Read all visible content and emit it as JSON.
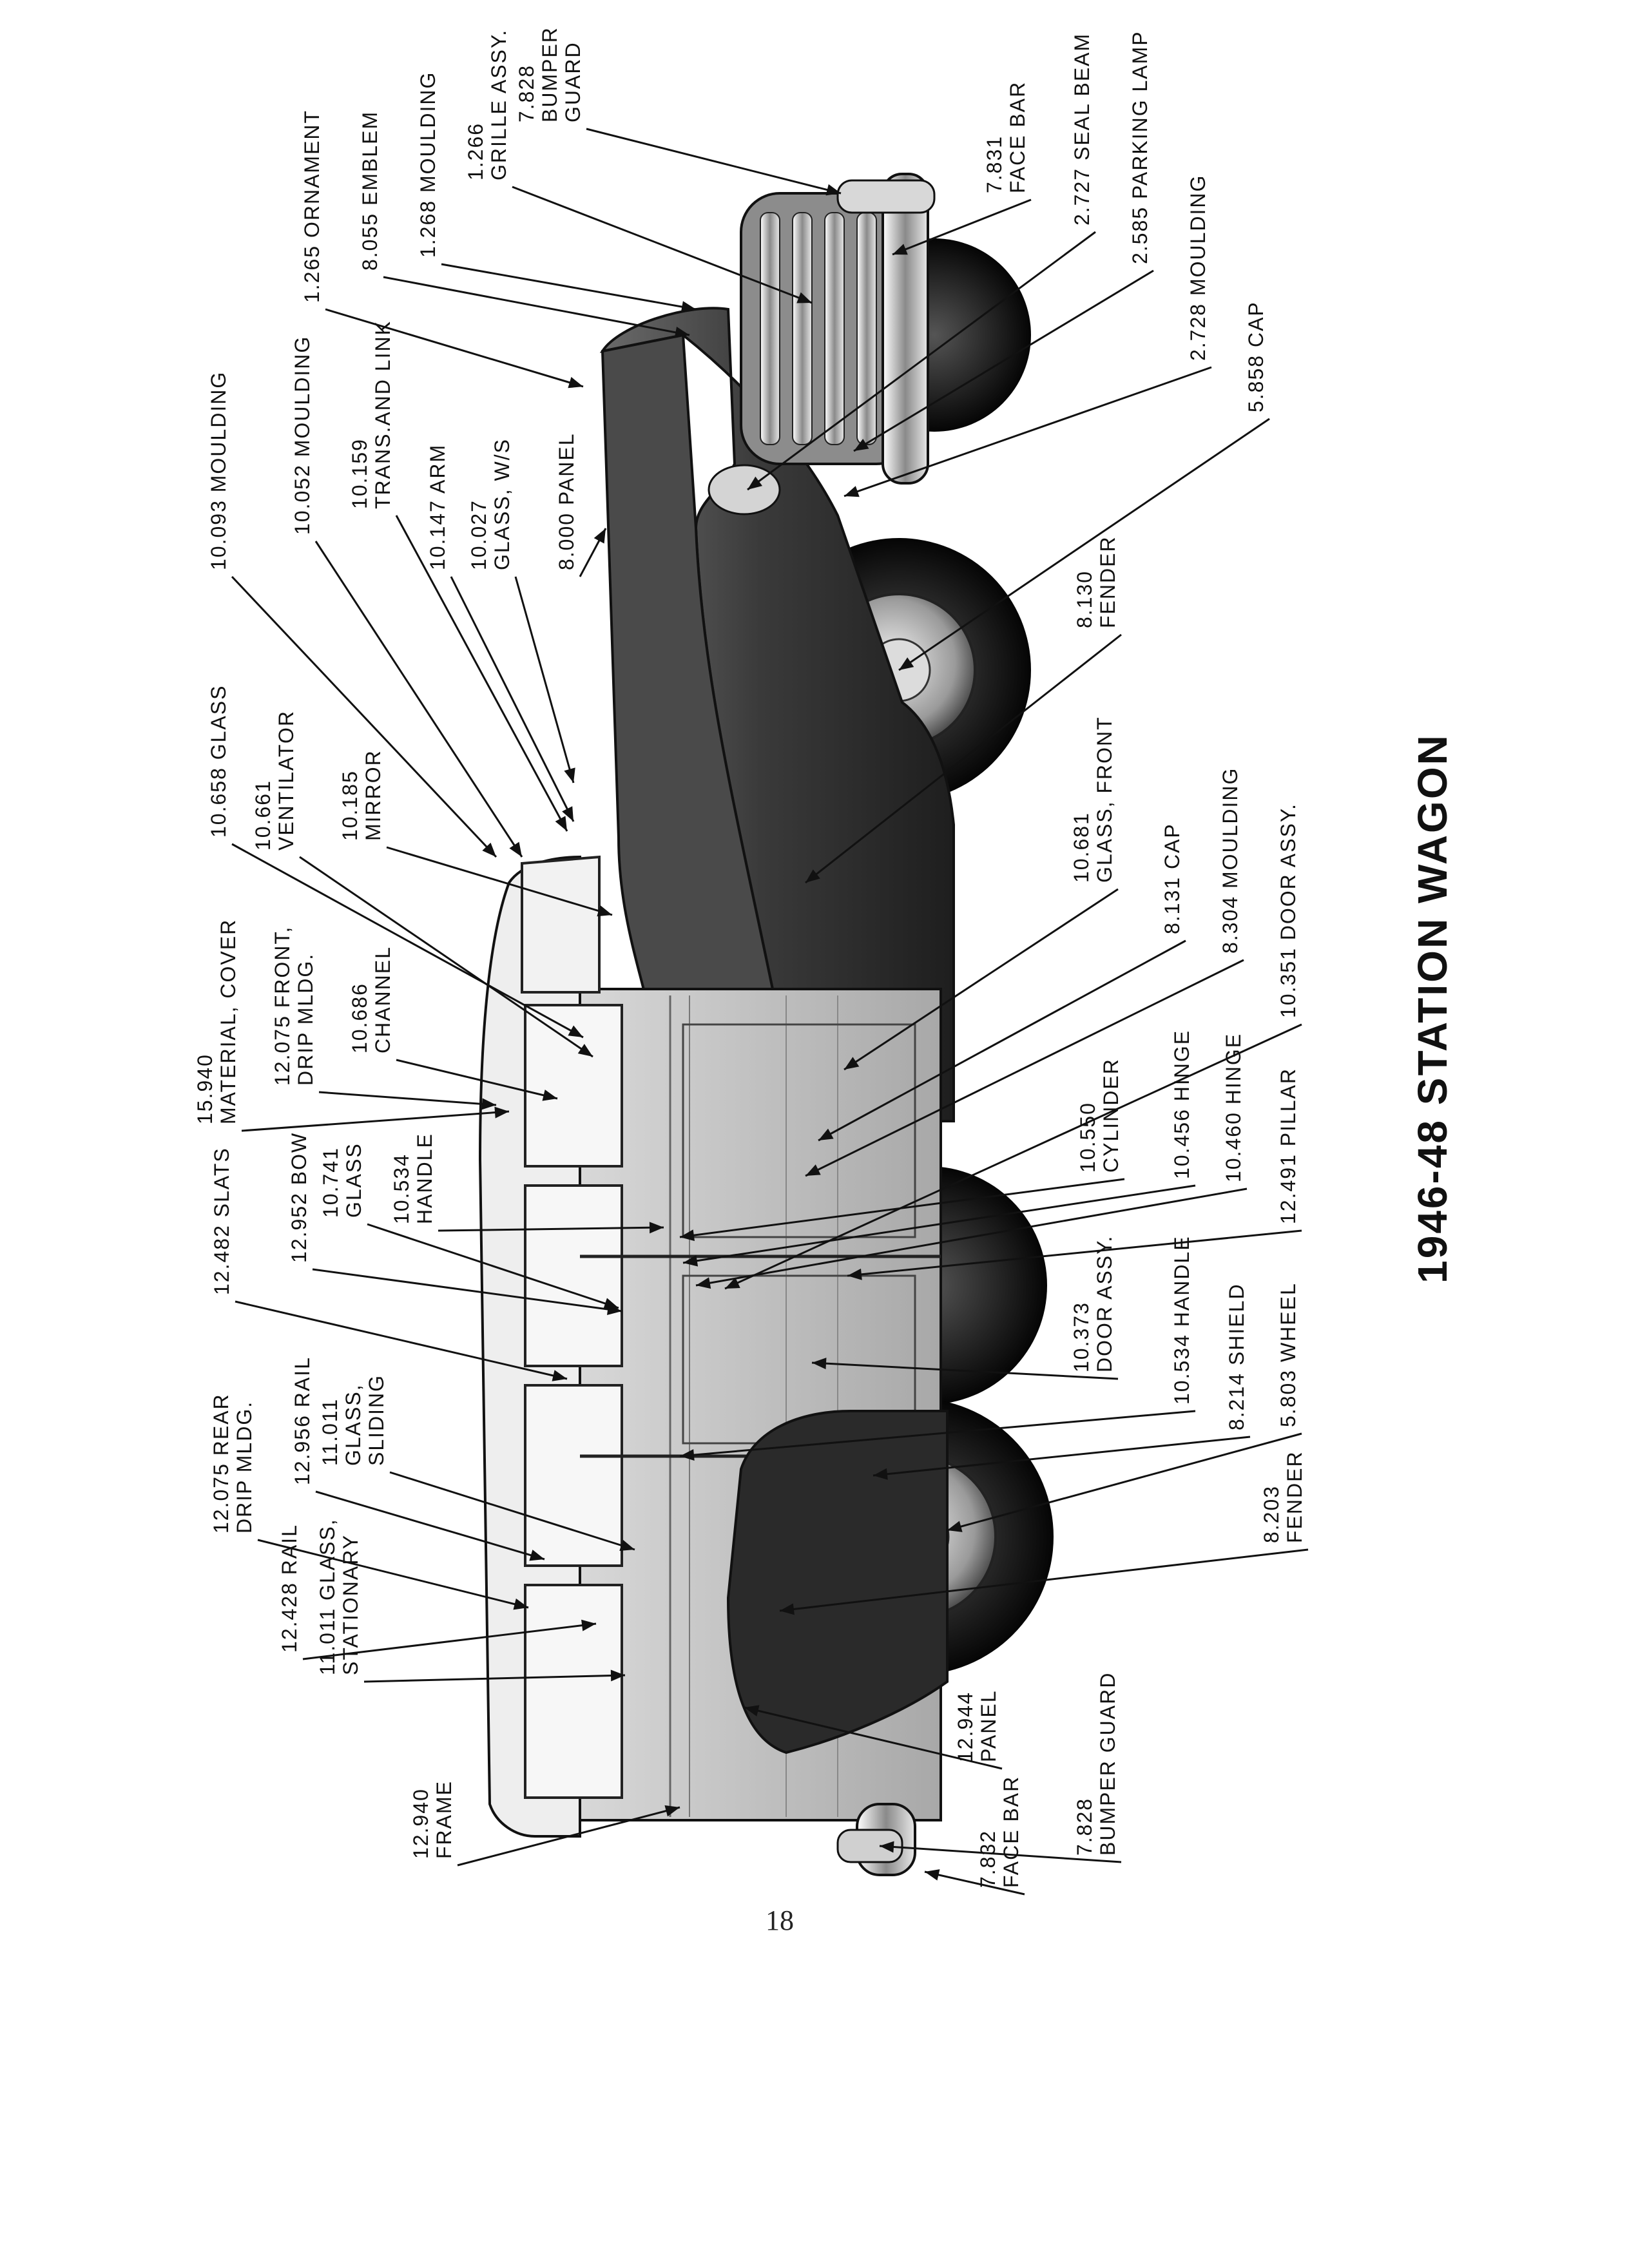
{
  "page": {
    "title": "1946-48 STATION WAGON",
    "page_number": "18"
  },
  "labels": [
    {
      "id": "ornament-1265",
      "lines": [
        "1.265 ORNAMENT"
      ]
    },
    {
      "id": "emblem-8055",
      "lines": [
        "8.055 EMBLEM"
      ]
    },
    {
      "id": "moulding-1268",
      "lines": [
        "1.268 MOULDING"
      ]
    },
    {
      "id": "grille-1266",
      "lines": [
        "1.266",
        "GRILLE ASSY."
      ]
    },
    {
      "id": "bumper-guard-7828-front",
      "lines": [
        "7.828",
        "BUMPER",
        "GUARD"
      ]
    },
    {
      "id": "face-bar-7831",
      "lines": [
        "7.831",
        "FACE BAR"
      ]
    },
    {
      "id": "seal-beam-2727",
      "lines": [
        "2.727 SEAL BEAM"
      ]
    },
    {
      "id": "parking-lamp-2585",
      "lines": [
        "2.585 PARKING LAMP"
      ]
    },
    {
      "id": "moulding-2728",
      "lines": [
        "2.728 MOULDING"
      ]
    },
    {
      "id": "cap-5858",
      "lines": [
        "5.858 CAP"
      ]
    },
    {
      "id": "moulding-10093",
      "lines": [
        "10.093 MOULDING"
      ]
    },
    {
      "id": "moulding-10052",
      "lines": [
        "10.052 MOULDING"
      ]
    },
    {
      "id": "trans-link-10159",
      "lines": [
        "10.159",
        "TRANS.AND LINK"
      ]
    },
    {
      "id": "arm-10147",
      "lines": [
        "10.147 ARM"
      ]
    },
    {
      "id": "glass-ws-10027",
      "lines": [
        "10.027",
        "GLASS, W/S"
      ]
    },
    {
      "id": "panel-8000",
      "lines": [
        "8.000 PANEL"
      ]
    },
    {
      "id": "fender-8130",
      "lines": [
        "8.130",
        "FENDER"
      ]
    },
    {
      "id": "glass-10658",
      "lines": [
        "10.658 GLASS"
      ]
    },
    {
      "id": "ventilator-10661",
      "lines": [
        "10.661",
        "VENTILATOR"
      ]
    },
    {
      "id": "mirror-10185",
      "lines": [
        "10.185",
        "MIRROR"
      ]
    },
    {
      "id": "glass-front-10681",
      "lines": [
        "10.681",
        "GLASS, FRONT"
      ]
    },
    {
      "id": "cap-8131",
      "lines": [
        "8.131 CAP"
      ]
    },
    {
      "id": "moulding-8304",
      "lines": [
        "8.304 MOULDING"
      ]
    },
    {
      "id": "door-assy-10351",
      "lines": [
        "10.351 DOOR ASSY."
      ]
    },
    {
      "id": "material-cover-15940",
      "lines": [
        "15.940",
        "MATERIAL, COVER"
      ]
    },
    {
      "id": "front-drip-mldg-12075",
      "lines": [
        "12.075 FRONT,",
        "DRIP MLDG."
      ]
    },
    {
      "id": "channel-10686",
      "lines": [
        "10.686",
        "CHANNEL"
      ]
    },
    {
      "id": "cylinder-10550",
      "lines": [
        "10.550",
        "CYLINDER"
      ]
    },
    {
      "id": "hinge-10456",
      "lines": [
        "10.456 HINGE"
      ]
    },
    {
      "id": "hinge-10460",
      "lines": [
        "10.460 HINGE"
      ]
    },
    {
      "id": "pillar-12491",
      "lines": [
        "12.491 PILLAR"
      ]
    },
    {
      "id": "slats-12482",
      "lines": [
        "12.482 SLATS"
      ]
    },
    {
      "id": "bow-12952",
      "lines": [
        "12.952 BOW"
      ]
    },
    {
      "id": "glass-10741",
      "lines": [
        "10.741",
        "GLASS"
      ]
    },
    {
      "id": "handle-10534-front",
      "lines": [
        "10.534",
        "HANDLE"
      ]
    },
    {
      "id": "door-assy-10373",
      "lines": [
        "10.373",
        "DOOR ASSY."
      ]
    },
    {
      "id": "handle-10534-rear",
      "lines": [
        "10.534 HANDLE"
      ]
    },
    {
      "id": "shield-8214",
      "lines": [
        "8.214 SHIELD"
      ]
    },
    {
      "id": "wheel-5803",
      "lines": [
        "5.803 WHEEL"
      ]
    },
    {
      "id": "fender-8203",
      "lines": [
        "8.203",
        "FENDER"
      ]
    },
    {
      "id": "rear-drip-mldg-12075",
      "lines": [
        "12.075 REAR",
        "DRIP MLDG."
      ]
    },
    {
      "id": "rail-12956",
      "lines": [
        "12.956 RAIL"
      ]
    },
    {
      "id": "glass-sliding-11011",
      "lines": [
        "11.011",
        "GLASS,",
        "SLIDING"
      ]
    },
    {
      "id": "rail-12428",
      "lines": [
        "12.428 RAIL"
      ]
    },
    {
      "id": "glass-stationary-11011",
      "lines": [
        "11.011 GLASS,",
        "STATIONARY"
      ]
    },
    {
      "id": "panel-12944",
      "lines": [
        "12.944",
        "PANEL"
      ]
    },
    {
      "id": "frame-12940",
      "lines": [
        "12.940",
        "FRAME"
      ]
    },
    {
      "id": "bumper-guard-7828-rear",
      "lines": [
        "7.828",
        "BUMPER GUARD"
      ]
    },
    {
      "id": "face-bar-7832",
      "lines": [
        "7.832",
        "FACE BAR"
      ]
    }
  ]
}
